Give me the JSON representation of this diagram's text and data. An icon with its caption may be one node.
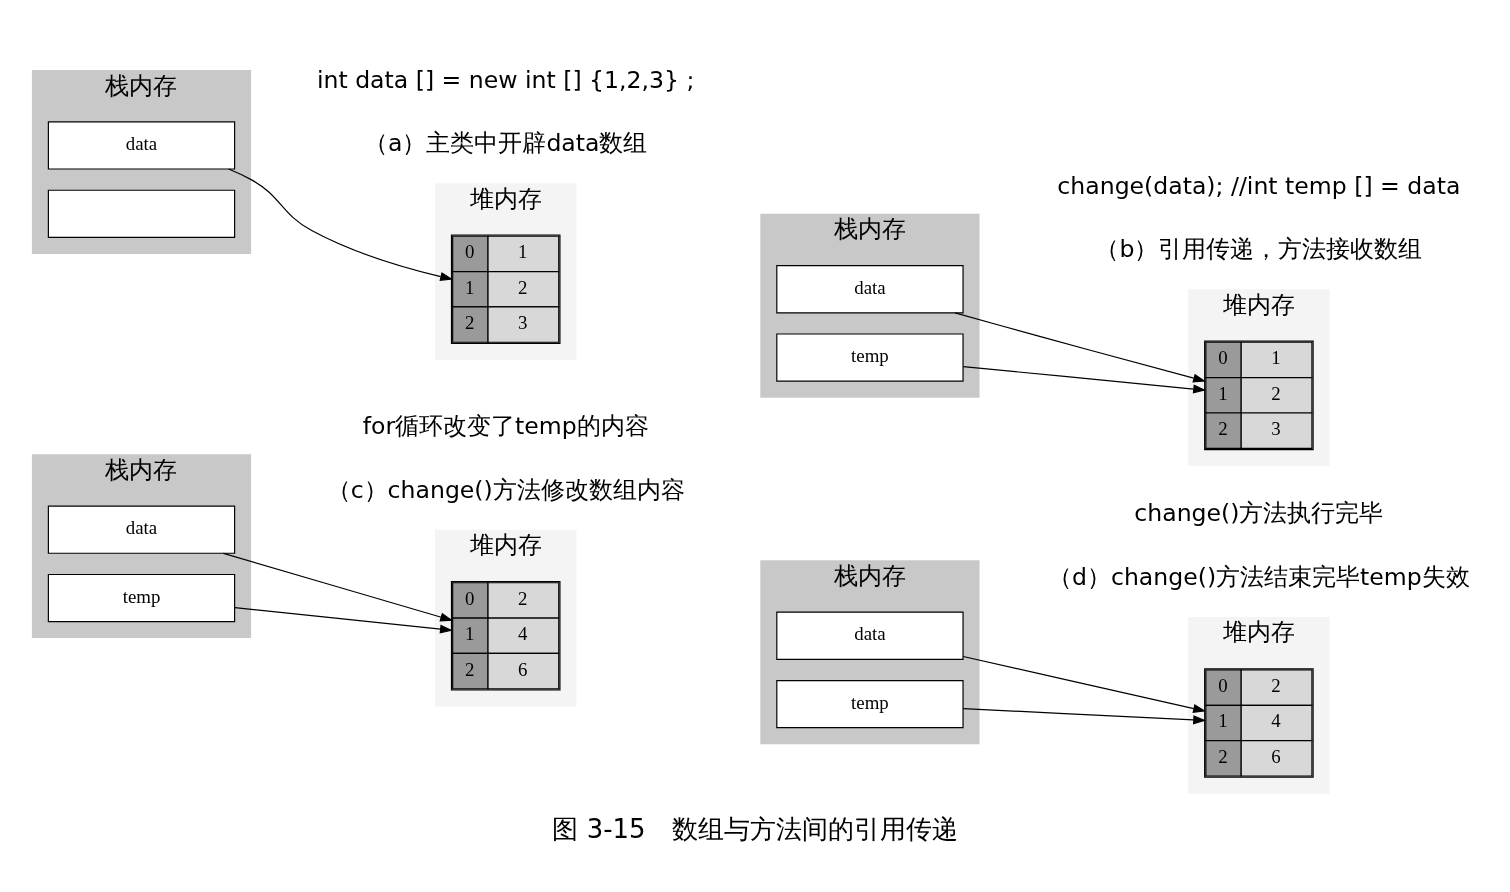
{
  "diagram": {
    "caption": "图 3-15　数组与方法间的引用传递",
    "nodes": [
      {
        "text": [
          "栈内存"
        ]
      },
      {
        "text": [
          "data"
        ],
        "in": 0
      },
      {
        "text": [],
        "shape": "box",
        "in": 0
      },
      {
        "text": [
          "堆内存"
        ]
      },
      {
        "text": [
          "0",
          "1",
          "1",
          "2",
          "2",
          "3"
        ],
        "in": 3
      },
      {
        "text": [
          "栈内存"
        ]
      },
      {
        "text": [
          "data"
        ],
        "in": 5
      },
      {
        "text": [
          "temp"
        ],
        "in": 5
      },
      {
        "text": [
          "堆内存"
        ]
      },
      {
        "text": [
          "0",
          "1",
          "1",
          "2",
          "2",
          "3"
        ],
        "in": 8
      },
      {
        "text": [
          "栈内存"
        ]
      },
      {
        "text": [
          "data"
        ],
        "in": 10
      },
      {
        "text": [
          "temp"
        ],
        "in": 10
      },
      {
        "text": [
          "堆内存"
        ]
      },
      {
        "text": [
          "0",
          "2",
          "1",
          "4",
          "2",
          "6"
        ],
        "in": 13
      },
      {
        "text": [
          "栈内存"
        ]
      },
      {
        "text": [
          "data"
        ],
        "in": 15
      },
      {
        "text": [
          "temp"
        ],
        "in": 15
      },
      {
        "text": [
          "堆内存"
        ]
      },
      {
        "text": [
          "0",
          "2",
          "1",
          "4",
          "2",
          "6"
        ],
        "in": 18
      }
    ],
    "edges": [
      {
        "from": 1,
        "to": 4,
        "arrow": "to"
      },
      {
        "from": 6,
        "to": 9,
        "arrow": "to"
      },
      {
        "from": 7,
        "to": 9,
        "arrow": "to"
      },
      {
        "from": 11,
        "to": 14,
        "arrow": "to"
      },
      {
        "from": 12,
        "to": 14,
        "arrow": "to"
      },
      {
        "from": 16,
        "to": 19,
        "arrow": "to"
      },
      {
        "from": 17,
        "to": 19,
        "arrow": "to"
      }
    ],
    "labels": [
      "int data [] = new int [] {1,2,3} ;",
      "（a）主类中开辟data数组",
      "change(data); //int temp [] = data",
      "（b）引用传递，方法接收数组",
      "for循环改变了temp的内容",
      "（c）change()方法修改数组内容",
      "change()方法执行完毕",
      "（d）change()方法结束完毕temp失效"
    ]
  }
}
